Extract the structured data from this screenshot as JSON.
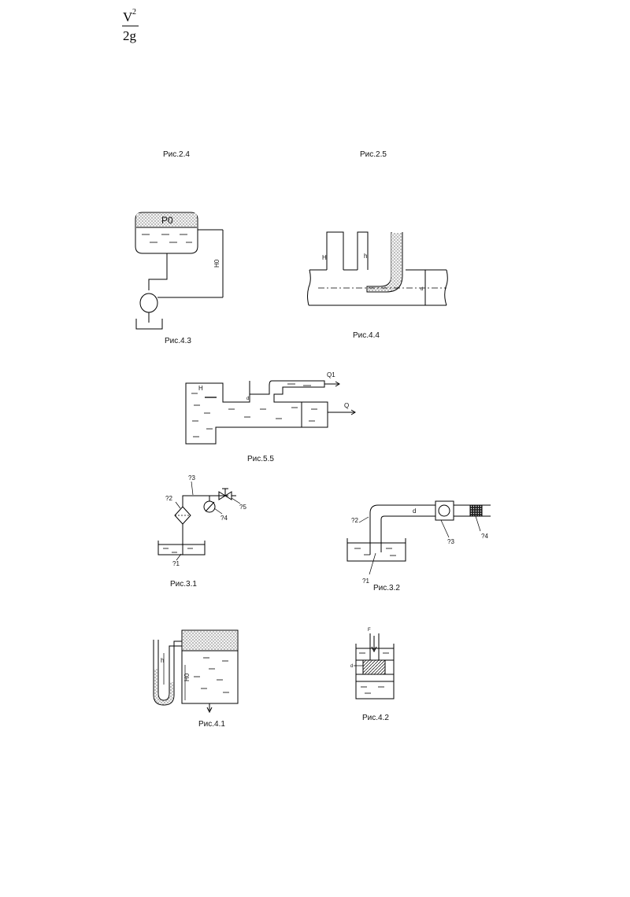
{
  "formula": {
    "numerator": "V",
    "exponent": "2",
    "denominator": "2g"
  },
  "captions": {
    "fig_2_4": "Рис.2.4",
    "fig_2_5": "Рис.2.5",
    "fig_4_3": "Рис.4.3",
    "fig_4_4": "Рис.4.4",
    "fig_5_5": "Рис.5.5",
    "fig_3_1": "Рис.3.1",
    "fig_3_2": "Рис.3.2",
    "fig_4_1": "Рис.4.1",
    "fig_4_2": "Рис.4.2"
  },
  "labels": {
    "fig_4_3": {
      "p0": "P0",
      "h0": "H0"
    },
    "fig_4_4": {
      "h_left": "H",
      "h_right": "h",
      "d": "d"
    },
    "fig_5_5": {
      "h": "H",
      "d": "d",
      "q1": "Q1",
      "q": "Q"
    },
    "fig_3_1": {
      "z1": "?1",
      "z2": "?2",
      "z3": "?3",
      "z4": "?4",
      "z5": "?5"
    },
    "fig_3_2": {
      "z1": "?1",
      "z2": "?2",
      "z3": "?3",
      "z4": "?4",
      "d": "d"
    },
    "fig_4_1": {
      "h": "h",
      "h0": "H0"
    },
    "fig_4_2": {
      "f": "F",
      "d": "d"
    }
  }
}
